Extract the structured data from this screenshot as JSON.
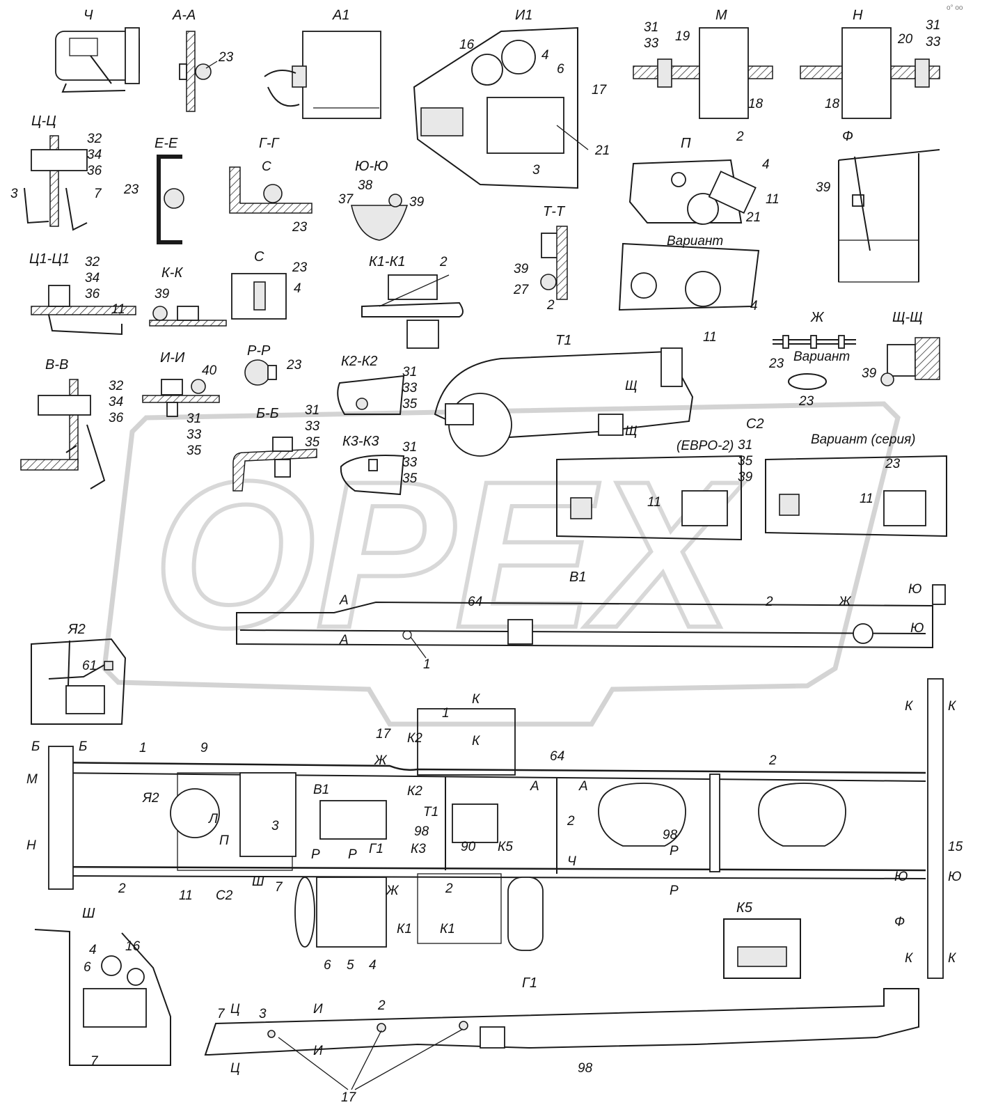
{
  "diagram": {
    "watermark": "OPEX",
    "corner_mark": "o° oo",
    "views": {
      "ch": "Ч",
      "aa": "А-А",
      "a1": "А1",
      "i1": "И1",
      "m": "М",
      "n": "Н",
      "tsts": "Ц-Ц",
      "ee": "Е-Е",
      "gg": "Г-Г",
      "s_arrow": "С",
      "yuyu": "Ю-Ю",
      "p": "П",
      "f": "Ф",
      "tt": "Т-Т",
      "variant": "Вариант",
      "ts1": "Ц1-Ц1",
      "kk": "К-К",
      "s": "С",
      "k1k1": "К1-К1",
      "t1": "Т1",
      "zh": "Ж",
      "shsh": "Щ-Щ",
      "variant2": "Вариант",
      "vv": "В-В",
      "ii": "И-И",
      "rr": "Р-Р",
      "k2k2": "К2-К2",
      "bb": "Б-Б",
      "k3k3": "К3-К3",
      "c2": "С2",
      "euro2": "(ЕВРО-2)",
      "variant_series": "Вариант (серия)",
      "v1": "В1",
      "ya2": "Я2",
      "sh": "Ш",
      "k5": "К5",
      "g1": "Г1"
    },
    "callouts": {
      "l23": "23",
      "l16": "16",
      "l4": "4",
      "l6": "6",
      "l17": "17",
      "l21": "21",
      "l3": "3",
      "l31": "31",
      "l33": "33",
      "l19": "19",
      "l18": "18",
      "l20": "20",
      "l32": "32",
      "l34": "34",
      "l36": "36",
      "l7": "7",
      "l38": "38",
      "l37": "37",
      "l39": "39",
      "l2": "2",
      "l11": "11",
      "l27": "27",
      "l40": "40",
      "l35": "35",
      "l64": "64",
      "l1": "1",
      "l61": "61",
      "l9": "9",
      "l98": "98",
      "l90": "90",
      "l15": "15",
      "l5": "5"
    },
    "section_marks": {
      "a": "А",
      "b": "Б",
      "m": "М",
      "n": "Н",
      "k": "К",
      "k1": "К1",
      "k2": "К2",
      "k3": "К3",
      "k5": "К5",
      "zh": "Ж",
      "t1": "Т1",
      "r": "Р",
      "ch": "Ч",
      "yu": "Ю",
      "f": "Ф",
      "sh": "Ш",
      "shch": "Щ",
      "p": "П",
      "l": "Л",
      "ya2": "Я2",
      "v1": "В1",
      "g1": "Г1",
      "s2": "С2",
      "i": "И",
      "ts": "Ц"
    }
  }
}
